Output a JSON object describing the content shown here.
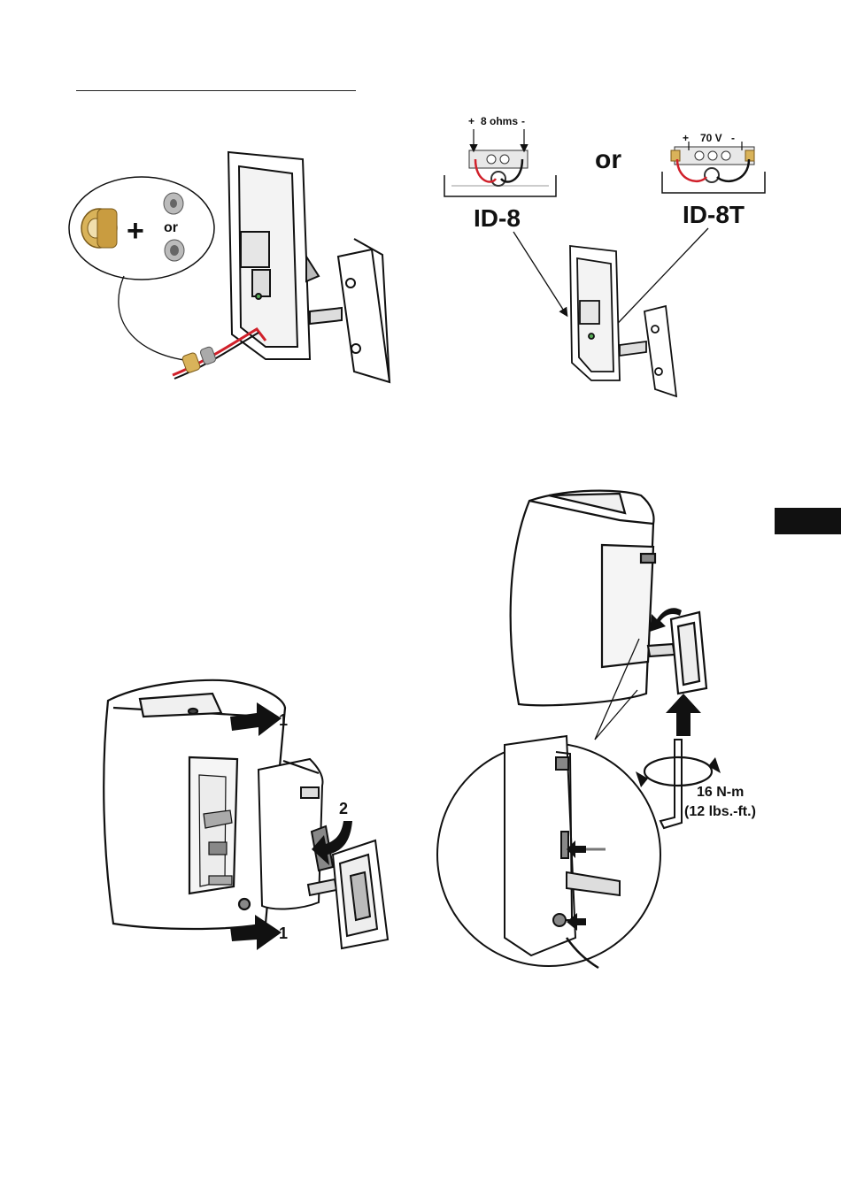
{
  "page": {
    "side_tab_color": "#111111"
  },
  "fig_gland": {
    "plus": "+",
    "or": "or"
  },
  "fig_wiring": {
    "or": "or",
    "id8": {
      "model": "ID-8",
      "plus": "+",
      "impedance": "8 ohms",
      "minus": "-"
    },
    "id8t": {
      "model": "ID-8T",
      "plus": "+",
      "voltage": "70 V",
      "minus": "-"
    }
  },
  "fig_mount": {
    "step1": "1",
    "step2": "2"
  },
  "fig_torque": {
    "torque_metric": "16 N-m",
    "torque_imperial": "(12 lbs.-ft.)"
  },
  "colors": {
    "wire_red": "#d0202a",
    "brass": "#d9b35a",
    "line": "#111111"
  }
}
